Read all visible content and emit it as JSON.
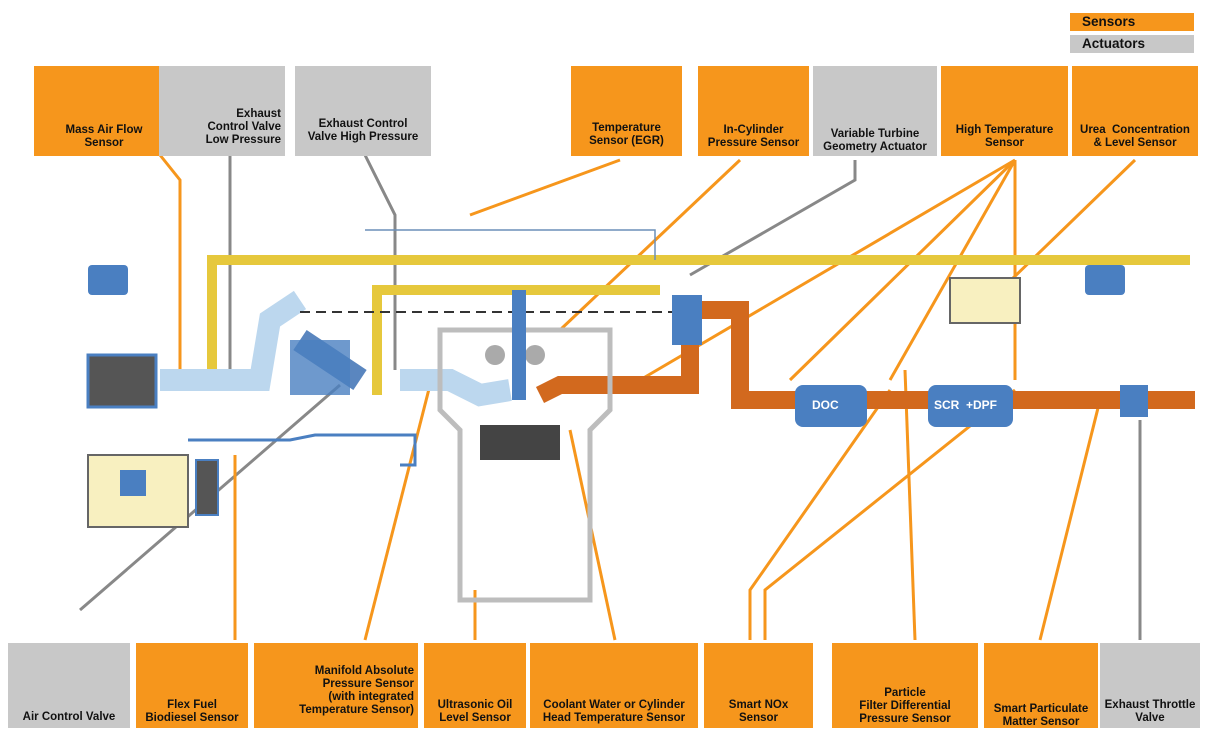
{
  "legend": {
    "sensors": "Sensors",
    "actuators": "Actuators"
  },
  "colors": {
    "sensor": "#f6961c",
    "actuator": "#c8c8c8",
    "pipe_cold": "#aacde8",
    "pipe_egr": "#e6c83c",
    "pipe_hot": "#d2691e",
    "component": "#4a7fc1"
  },
  "components": {
    "mass_air_flow": "Mass Air Flow\nSensor",
    "exhaust_cv_low": "Exhaust\nControl Valve\nLow Pressure",
    "exhaust_cv_high": "Exhaust Control\nValve High Pressure",
    "temp_egr": "Temperature\nSensor (EGR)",
    "in_cylinder": "In-Cylinder\nPressure Sensor",
    "vtg": "Variable Turbine\nGeometry Actuator",
    "high_temp": "High Temperature\nSensor",
    "urea": "Urea  Concentration\n& Level Sensor",
    "air_control": "Air Control Valve",
    "flex_fuel": "Flex Fuel\nBiodiesel Sensor",
    "map": "Manifold Absolute\nPressure Sensor\n(with integrated\nTemperature Sensor)",
    "oil": "Ultrasonic Oil\nLevel Sensor",
    "coolant": "Coolant Water or Cylinder\nHead Temperature Sensor",
    "nox": "Smart NOx\nSensor",
    "dpf_diff": "Particle\nFilter Differential\nPressure Sensor",
    "pm": "Smart Particulate\nMatter Sensor",
    "exhaust_throttle": "Exhaust Throttle\nValve"
  },
  "labels": {
    "doc": "DOC",
    "scr": "SCR  +DPF"
  }
}
